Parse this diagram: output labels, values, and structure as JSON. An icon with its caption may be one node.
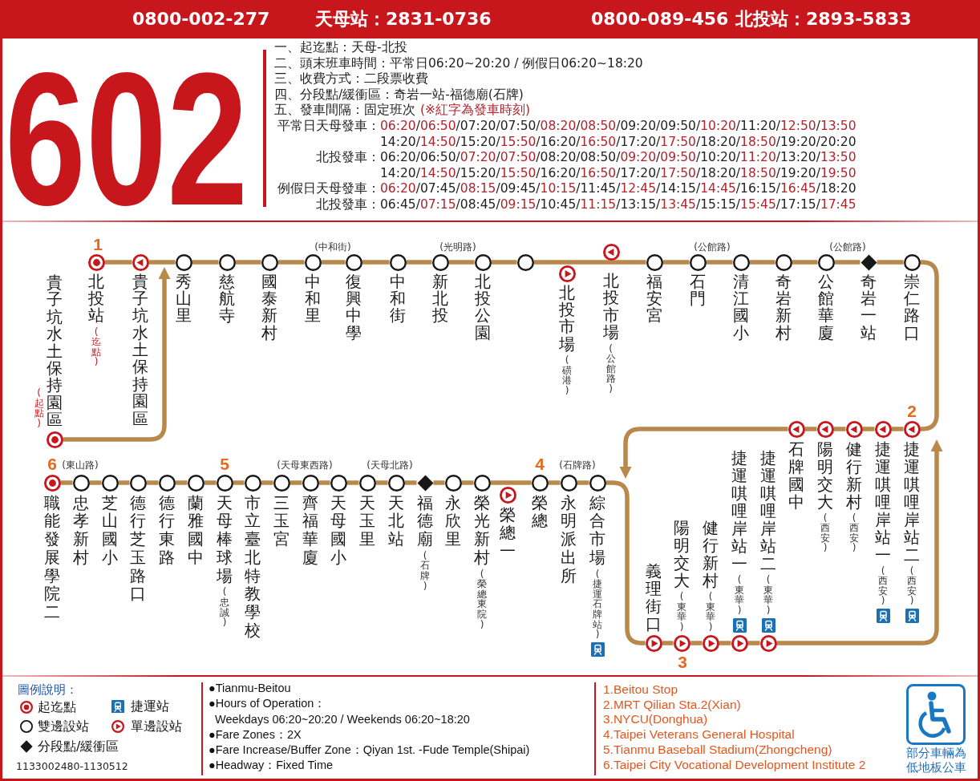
{
  "diagram": {
    "title": "602",
    "nodes": [
      {
        "text": [
          "(起點)",
          "貴子坑水土保持園區"
        ]
      },
      {
        "text": [
          "北投站",
          "(迄點)"
        ]
      },
      {
        "text": [
          "貴子坑水土保持園區"
        ]
      },
      {
        "text": [
          "秀山里"
        ]
      },
      {
        "text": [
          "慈航寺"
        ]
      },
      {
        "text": [
          "國泰新村"
        ]
      },
      {
        "text": [
          "中和里"
        ]
      },
      {
        "text": [
          "復興中學"
        ]
      },
      {
        "text": [
          "中和街"
        ]
      },
      {
        "text": [
          "新北投"
        ]
      },
      {
        "text": [
          "北投公園"
        ]
      },
      {
        "text": [],
        "shape": "circle"
      },
      {
        "text": [
          "北投市場",
          "(磺港)"
        ]
      },
      {
        "text": [
          "北投市場",
          "(公館路)"
        ]
      },
      {
        "text": [
          "福安宮"
        ]
      },
      {
        "text": [
          "石門"
        ]
      },
      {
        "text": [
          "清江國小"
        ]
      },
      {
        "text": [
          "奇岩新村"
        ]
      },
      {
        "text": [
          "公館華廈"
        ]
      },
      {
        "text": [
          "奇岩一站"
        ]
      },
      {
        "text": [
          "崇仁路口"
        ]
      },
      {
        "text": [
          "石牌國中"
        ]
      },
      {
        "text": [
          "陽明交大",
          "(西安)"
        ]
      },
      {
        "text": [
          "健行新村",
          "(西安)"
        ]
      },
      {
        "text": [
          "捷運唭哩岸站一",
          "(西安)"
        ]
      },
      {
        "text": [
          "捷運唭哩岸站二",
          "(西安)"
        ]
      },
      {
        "text": [
          "職能發展學院二"
        ]
      },
      {
        "text": [
          "忠孝新村"
        ]
      },
      {
        "text": [
          "芝山國小"
        ]
      },
      {
        "text": [
          "德行芝玉路口"
        ]
      },
      {
        "text": [
          "德行東路"
        ]
      },
      {
        "text": [
          "蘭雅國中"
        ]
      },
      {
        "text": [
          "天母棒球場",
          "(忠誠)"
        ]
      },
      {
        "text": [
          "市立臺北特教學校"
        ]
      },
      {
        "text": [
          "三玉宮"
        ]
      },
      {
        "text": [
          "齊福華廈"
        ]
      },
      {
        "text": [
          "天母國小"
        ]
      },
      {
        "text": [
          "天玉里"
        ]
      },
      {
        "text": [
          "天北站"
        ]
      },
      {
        "text": [
          "福德廟",
          "(石牌)"
        ]
      },
      {
        "text": [
          "永欣里"
        ]
      },
      {
        "text": [
          "榮光新村",
          "(榮總東院)"
        ]
      },
      {
        "text": [
          "榮總一"
        ]
      },
      {
        "text": [
          "榮總"
        ]
      },
      {
        "text": [
          "永明派出所"
        ]
      },
      {
        "text": [
          "綜合市場",
          "(捷運石牌站)"
        ]
      },
      {
        "text": [
          "義理街口"
        ]
      },
      {
        "text": [
          "陽明交大",
          "(東華)"
        ]
      },
      {
        "text": [
          "健行新村",
          "(東華)"
        ]
      },
      {
        "text": [
          "捷運唭哩岸站一",
          "(東華)"
        ]
      },
      {
        "text": [
          "捷運唭哩岸站二",
          "(東華)"
        ]
      }
    ],
    "edges": [
      {
        "from": 0,
        "to": 2,
        "arrow": "to"
      },
      {
        "from": 1,
        "to": 2,
        "arrow": "none"
      },
      {
        "from": 2,
        "to": 3,
        "arrow": "none"
      },
      {
        "from": 3,
        "to": 4,
        "arrow": "none"
      },
      {
        "from": 4,
        "to": 5,
        "arrow": "none"
      },
      {
        "from": 5,
        "to": 6,
        "arrow": "none"
      },
      {
        "from": 6,
        "to": 7,
        "arrow": "none"
      },
      {
        "from": 7,
        "to": 8,
        "arrow": "none"
      },
      {
        "from": 8,
        "to": 9,
        "arrow": "none"
      },
      {
        "from": 9,
        "to": 10,
        "arrow": "none"
      },
      {
        "from": 10,
        "to": 11,
        "arrow": "none"
      },
      {
        "from": 11,
        "to": 14,
        "arrow": "none"
      },
      {
        "from": 14,
        "to": 15,
        "arrow": "none"
      },
      {
        "from": 15,
        "to": 16,
        "arrow": "none"
      },
      {
        "from": 16,
        "to": 17,
        "arrow": "none"
      },
      {
        "from": 17,
        "to": 18,
        "arrow": "none"
      },
      {
        "from": 18,
        "to": 19,
        "arrow": "none"
      },
      {
        "from": 19,
        "to": 20,
        "arrow": "none"
      },
      {
        "from": 20,
        "to": 25,
        "arrow": "none"
      },
      {
        "from": 25,
        "to": 24,
        "arrow": "none"
      },
      {
        "from": 24,
        "to": 23,
        "arrow": "none"
      },
      {
        "from": 23,
        "to": 22,
        "arrow": "none"
      },
      {
        "from": 22,
        "to": 21,
        "arrow": "none"
      },
      {
        "from": 21,
        "to": 45,
        "arrow": "to"
      },
      {
        "from": 26,
        "to": 27,
        "arrow": "none"
      },
      {
        "from": 27,
        "to": 28,
        "arrow": "none"
      },
      {
        "from": 28,
        "to": 29,
        "arrow": "none"
      },
      {
        "from": 29,
        "to": 30,
        "arrow": "none"
      },
      {
        "from": 30,
        "to": 31,
        "arrow": "none"
      },
      {
        "from": 31,
        "to": 32,
        "arrow": "none"
      },
      {
        "from": 32,
        "to": 33,
        "arrow": "none"
      },
      {
        "from": 33,
        "to": 34,
        "arrow": "none"
      },
      {
        "from": 34,
        "to": 35,
        "arrow": "none"
      },
      {
        "from": 35,
        "to": 36,
        "arrow": "none"
      },
      {
        "from": 36,
        "to": 37,
        "arrow": "none"
      },
      {
        "from": 37,
        "to": 38,
        "arrow": "none"
      },
      {
        "from": 38,
        "to": 39,
        "arrow": "none"
      },
      {
        "from": 39,
        "to": 40,
        "arrow": "none"
      },
      {
        "from": 40,
        "to": 41,
        "arrow": "none"
      },
      {
        "from": 41,
        "to": 43,
        "arrow": "none"
      },
      {
        "from": 43,
        "to": 44,
        "arrow": "none"
      },
      {
        "from": 44,
        "to": 45,
        "arrow": "none"
      },
      {
        "from": 45,
        "to": 46,
        "arrow": "none"
      },
      {
        "from": 46,
        "to": 47,
        "arrow": "none"
      },
      {
        "from": 47,
        "to": 48,
        "arrow": "none"
      },
      {
        "from": 48,
        "to": 49,
        "arrow": "none"
      },
      {
        "from": 49,
        "to": 50,
        "arrow": "none"
      },
      {
        "from": 50,
        "to": 25,
        "arrow": "to"
      }
    ],
    "labels": [
      "0800-002-277",
      "天母站：2831-0736",
      "0800-089-456",
      "北投站：2893-5833",
      "一、起迄點：天母-北投",
      "二、頭末班車時間：平常日06:20~20:20 / 例假日06:20~18:20",
      "三、收費方式：二段票收費",
      "四、分段點/緩衝區：奇岩一站-福德廟(石牌)",
      "五、發車間隔：固定班次",
      "(※紅字為發車時刻)",
      "平常日天母發車：",
      "06:20/06:50/07:20/07:50/08:20/08:50/09:20/09:50/10:20/11:20/12:50/13:50",
      "14:20/14:50/15:20/15:50/16:20/16:50/17:20/17:50/18:20/18:50/19:20/20:20",
      "北投發車：",
      "06:20/06:50/07:20/07:50/08:20/08:50/09:20/09:50/10:20/11:20/13:20/13:50",
      "14:20/14:50/15:20/15:50/16:20/16:50/17:20/17:50/18:20/18:50/19:20/19:50",
      "例假日天母發車：",
      "06:20/07:45/08:15/09:45/10:15/11:45/12:45/14:15/14:45/16:15/16:45/18:20",
      "北投發車：",
      "06:45/07:15/08:45/09:15/10:45/11:15/13:15/13:45/15:15/15:45/17:15/17:45",
      "1",
      "(中和街)",
      "(光明路)",
      "(公館路)",
      "(公館路)",
      "2",
      "6",
      "(東山路)",
      "5",
      "(天母東西路)",
      "(天母北路)",
      "4",
      "(石牌路)",
      "3",
      "圖例說明：",
      "1133002480-1130512",
      "●Tianmu-Beitou",
      "●Hours of Operation：",
      "Weekdays 06:20~20:20 / Weekends 06:20~18:20",
      "●Fare Zones：2X",
      "●Fare Increase/Buffer Zone：Qiyan 1st. -Fude Temple(Shipai)",
      "●Headway：Fixed Time",
      "1.Beitou Stop",
      "2.MRT Qilian Sta.2(Xian)",
      "3.NYCU(Donghua)",
      "4.Taipei Veterans General Hospital",
      "5.Tianmu Baseball Stadium(Zhongcheng)",
      "6.Taipei City Vocational Development Institute 2",
      "部分車輛為低地板公車"
    ],
    "legend": [
      {
        "text": "起迄點"
      },
      {
        "text": "捷運站"
      },
      {
        "text": "雙邊設站"
      },
      {
        "text": "單邊設站"
      },
      {
        "text": "分段點/緩衝區"
      }
    ]
  }
}
